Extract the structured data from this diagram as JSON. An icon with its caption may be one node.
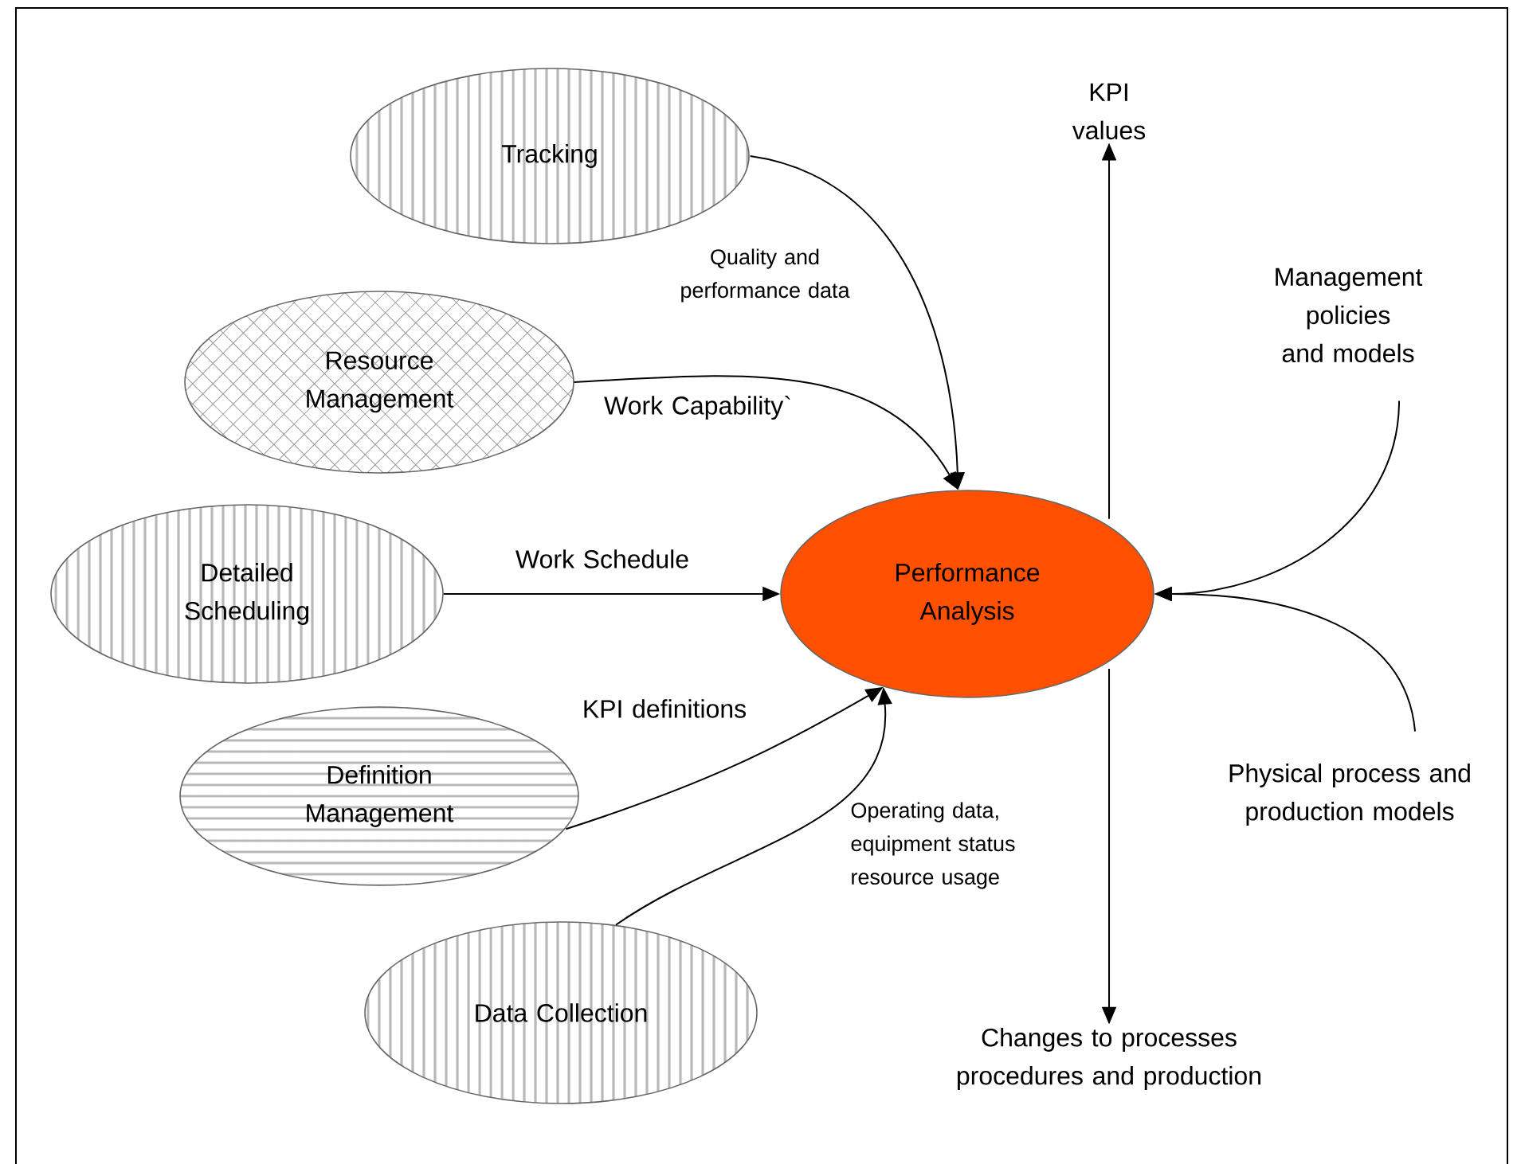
{
  "diagram": {
    "nodes": [
      {
        "text": [
          "Tracking"
        ]
      },
      {
        "text": [
          "Resource Management"
        ]
      },
      {
        "text": [
          "Detailed Scheduling"
        ]
      },
      {
        "text": [
          "Definition Management"
        ]
      },
      {
        "text": [
          "Data Collection"
        ]
      },
      {
        "text": [
          "Performance Analysis"
        ]
      },
      {
        "text": [
          "KPI values"
        ]
      },
      {
        "text": [
          "Management policies and models"
        ]
      },
      {
        "text": [
          "Physical process and production models"
        ]
      },
      {
        "text": [
          "Changes to processes procedures and production"
        ]
      }
    ],
    "edges": [
      {
        "from": 0,
        "to": 5,
        "arrow": "to",
        "label": "Quality and performance data"
      },
      {
        "from": 1,
        "to": 5,
        "arrow": "to",
        "label": "Work Capability`"
      },
      {
        "from": 2,
        "to": 5,
        "arrow": "to",
        "label": "Work Schedule"
      },
      {
        "from": 3,
        "to": 5,
        "arrow": "to",
        "label": "KPI definitions"
      },
      {
        "from": 4,
        "to": 5,
        "arrow": "to",
        "label": "Operating data, equipment status resource usage"
      },
      {
        "from": 5,
        "to": 6,
        "arrow": "to"
      },
      {
        "from": 5,
        "to": 9,
        "arrow": "to"
      },
      {
        "from": 7,
        "to": 5,
        "arrow": "to"
      },
      {
        "from": 8,
        "to": 5,
        "arrow": "to"
      }
    ]
  }
}
